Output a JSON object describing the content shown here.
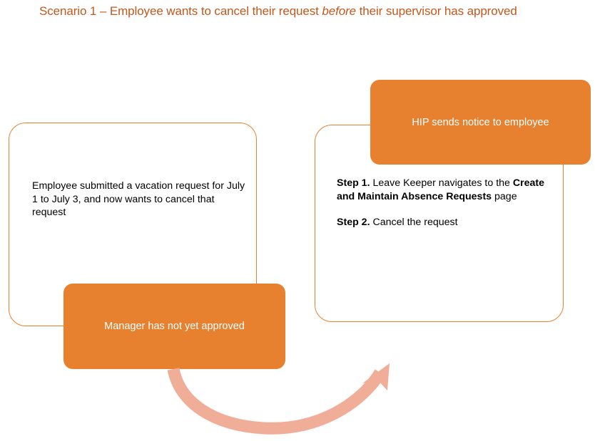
{
  "title": {
    "prefix": "Scenario 1 – Employee wants to cancel their request ",
    "emphasis": "before",
    "suffix": " their supervisor has approved",
    "full": "Scenario 1 – Employee wants to cancel their request before their supervisor has approved",
    "color": "#C1581C"
  },
  "colors": {
    "accent_orange": "#E8812F",
    "title_orange": "#C1581C",
    "arrow_peach": "#F0AE98",
    "box_text_dark": "#000000",
    "filled_box_text": "#FFFFFF",
    "page_background": "#FFFFFF"
  },
  "boxes": {
    "employee_request": {
      "text": "Employee submitted a vacation request for July 1 to July 3, and now wants to cancel that request",
      "style": "outlined"
    },
    "manager_pending": {
      "text": "Manager has not yet approved",
      "style": "filled"
    },
    "leave_keeper_steps": {
      "style": "outlined",
      "steps": [
        {
          "label": "Step 1.",
          "text_before": " Leave Keeper navigates to the ",
          "emphasis": "Create and Maintain Absence Requests",
          "text_after": " page"
        },
        {
          "label": "Step 2.",
          "text_before": " Cancel the request",
          "emphasis": "",
          "text_after": ""
        }
      ]
    },
    "hip_notice": {
      "text": "HIP sends notice to employee",
      "style": "filled"
    }
  },
  "arrow": {
    "name": "curved-flow-arrow",
    "from": "manager-pending-box",
    "to": "leave-keeper-steps-box",
    "color": "#F0AE98"
  }
}
